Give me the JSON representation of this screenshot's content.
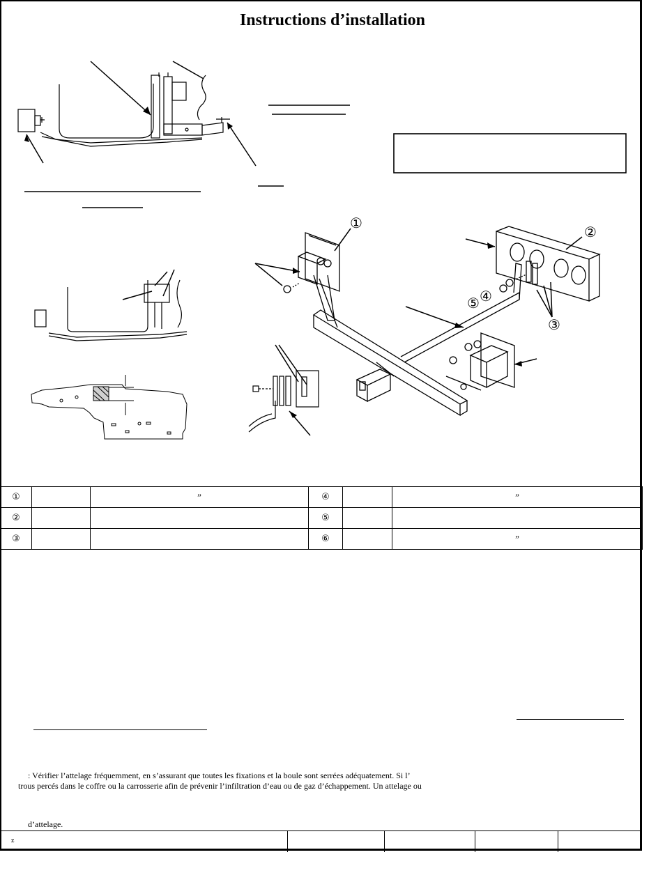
{
  "page": {
    "title": "Instructions d’installation"
  },
  "callouts": {
    "c1": "①",
    "c2": "②",
    "c3": "③",
    "c4": "④",
    "c5": "⑤"
  },
  "parts_table": {
    "rows": [
      {
        "left_num": "①",
        "left_qty": "",
        "left_desc": "”",
        "right_num": "④",
        "right_qty": "",
        "right_desc": "”"
      },
      {
        "left_num": "②",
        "left_qty": "",
        "left_desc": "",
        "right_num": "⑤",
        "right_qty": "",
        "right_desc": ""
      },
      {
        "left_num": "③",
        "left_qty": "",
        "left_desc": "",
        "right_num": "⑥",
        "right_qty": "",
        "right_desc": "”"
      }
    ]
  },
  "warning": {
    "line1": ": Vérifier l’attelage fréquemment, en s’assurant que toutes les fixations et la boule sont serrées adéquatement.  Si l’",
    "line2": "trous percés dans le coffre ou la carrosserie afin de prévenir l’infiltration d’eau ou de gaz d’échappement.  Un attelage ou",
    "line3": "d’attelage."
  },
  "footer": {
    "code": "z"
  }
}
